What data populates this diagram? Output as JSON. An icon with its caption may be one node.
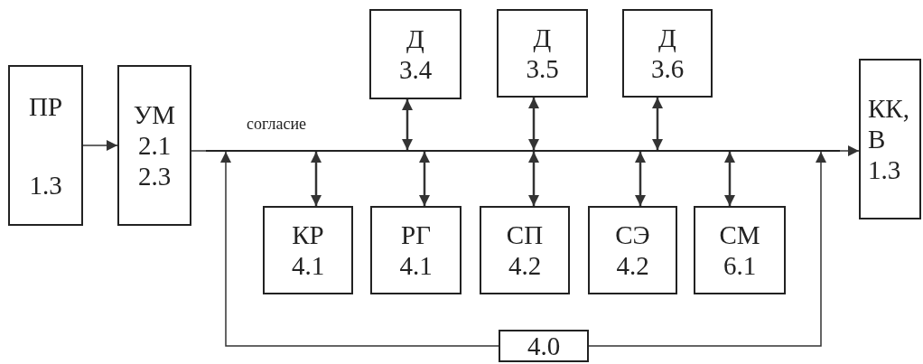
{
  "diagram": {
    "nodes": [
      {
        "text": [
          "ПР",
          "1.3"
        ]
      },
      {
        "text": [
          "УМ",
          "2.1",
          "2.3"
        ]
      },
      {
        "text": [
          "Д",
          "3.4"
        ]
      },
      {
        "text": [
          "Д",
          "3.5"
        ]
      },
      {
        "text": [
          "Д",
          "3.6"
        ]
      },
      {
        "text": [
          "КР",
          "4.1"
        ]
      },
      {
        "text": [
          "РГ",
          "4.1"
        ]
      },
      {
        "text": [
          "СП",
          "4.2"
        ]
      },
      {
        "text": [
          "СЭ",
          "4.2"
        ]
      },
      {
        "text": [
          "СМ",
          "6.1"
        ]
      },
      {
        "text": [
          "КК,",
          "В",
          "1.3"
        ]
      },
      {
        "text": [
          "4.0"
        ]
      },
      {
        "text": [],
        "shape": "bar"
      }
    ],
    "edges": [
      {
        "from": 0,
        "to": 1,
        "arrow": "to"
      },
      {
        "from": 1,
        "to": 12,
        "arrow": "none"
      },
      {
        "from": 12,
        "to": 10,
        "arrow": "to"
      },
      {
        "from": 2,
        "to": 12,
        "arrow": "both"
      },
      {
        "from": 3,
        "to": 12,
        "arrow": "both"
      },
      {
        "from": 4,
        "to": 12,
        "arrow": "both"
      },
      {
        "from": 5,
        "to": 12,
        "arrow": "both"
      },
      {
        "from": 6,
        "to": 12,
        "arrow": "both"
      },
      {
        "from": 7,
        "to": 12,
        "arrow": "both"
      },
      {
        "from": 8,
        "to": 12,
        "arrow": "both"
      },
      {
        "from": 9,
        "to": 12,
        "arrow": "both"
      },
      {
        "from": 11,
        "to": 12,
        "arrow": "to"
      },
      {
        "from": 11,
        "to": 12,
        "arrow": "to"
      }
    ],
    "labels": [
      "согласие"
    ]
  }
}
